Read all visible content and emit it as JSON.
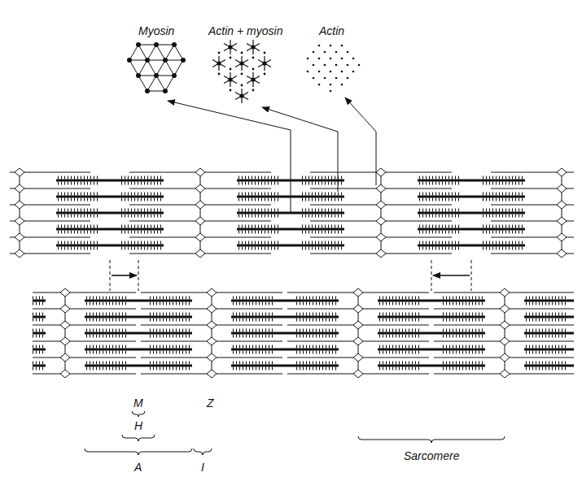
{
  "diagram": {
    "labels": [
      "Myosin",
      "Actin + myosin",
      "Actin",
      "M",
      "Z",
      "H",
      "A",
      "I",
      "Sarcomere"
    ]
  }
}
